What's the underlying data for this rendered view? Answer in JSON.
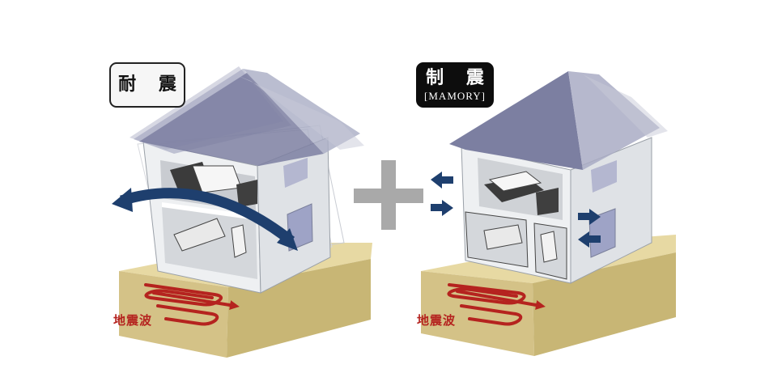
{
  "panels": {
    "left": {
      "badge_title": "耐 震",
      "quake_label": "地震波"
    },
    "right": {
      "badge_title": "制 震",
      "badge_subtitle": "[MAMORY]",
      "quake_label": "地震波"
    }
  },
  "colors": {
    "ground_top": "#e7d9a3",
    "ground_side": "#c9b777",
    "roof": "#7c7fa1",
    "wall": "#eef0f2",
    "sway_arrow": "#1e3f6e",
    "seismic_wave": "#b5231f",
    "plus": "#a9a9a9"
  }
}
